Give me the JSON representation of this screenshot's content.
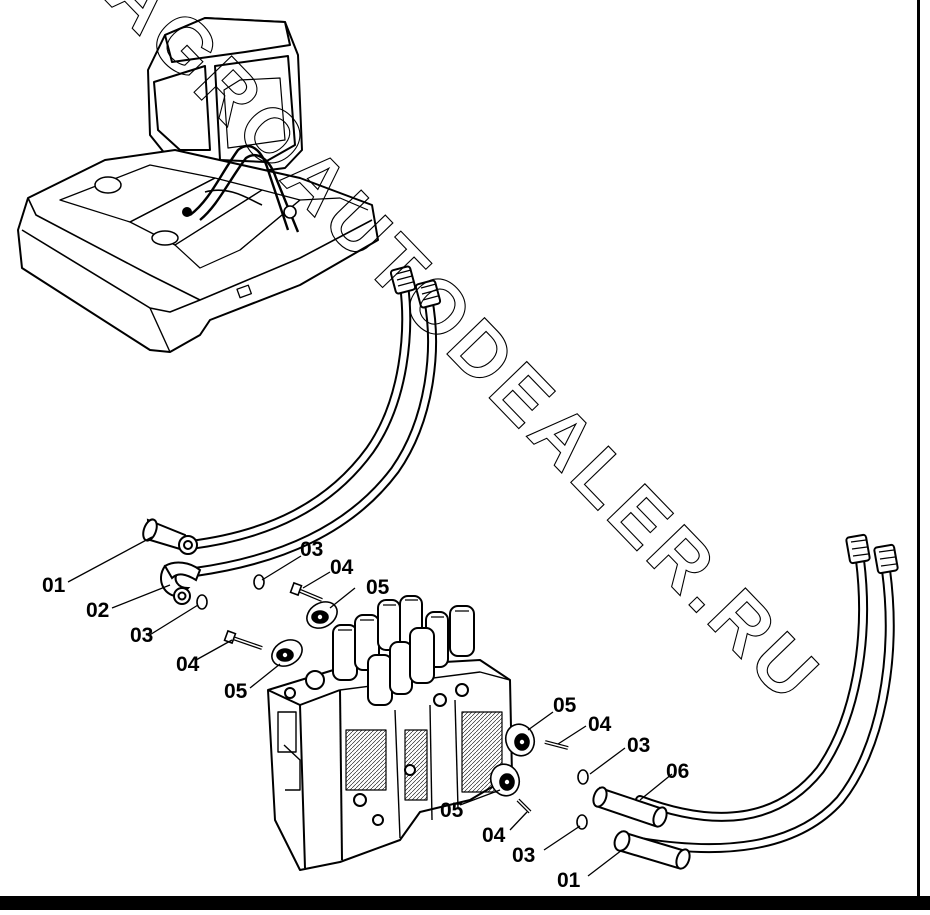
{
  "watermark": "AGROAUTODEALER.RU",
  "callouts": {
    "left_01": "01",
    "left_02": "02",
    "left_03a": "03",
    "left_03b": "03",
    "left_04a": "04",
    "left_04b": "04",
    "left_05a": "05",
    "left_05b": "05",
    "right_05a": "05",
    "right_04a": "04",
    "right_03a": "03",
    "right_06": "06",
    "right_05b": "05",
    "right_04b": "04",
    "right_03b": "03",
    "right_01": "01"
  }
}
